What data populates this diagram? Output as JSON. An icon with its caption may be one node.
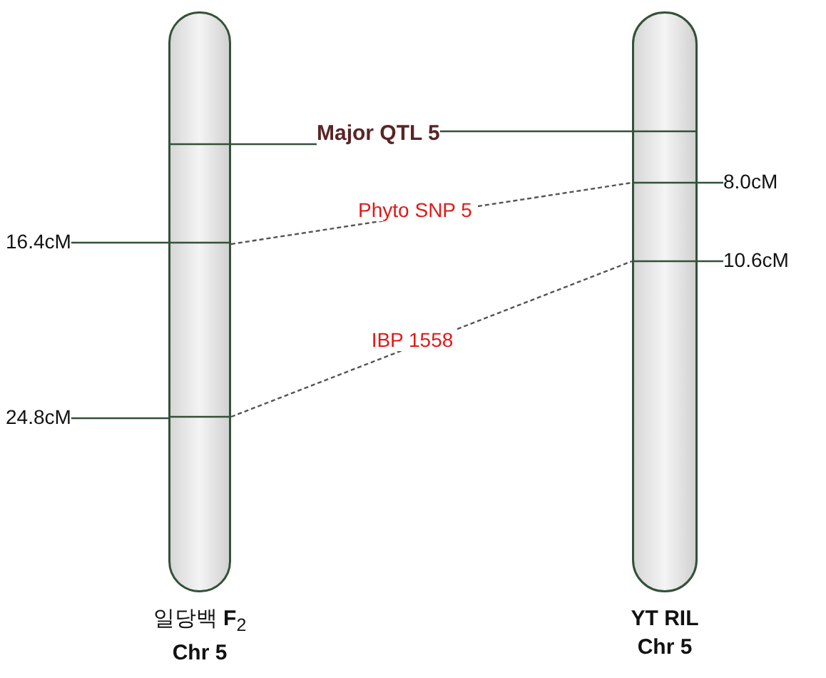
{
  "diagram": {
    "nodes": [
      {
        "text": [
          "일당백 **F**$_{2}$ **Chr 5**"
        ]
      },
      {
        "text": [
          "YT RIL Chr 5"
        ]
      },
      {
        "text": [
          "Major QTL 5"
        ]
      },
      {
        "text": [
          "16.4cM"
        ]
      },
      {
        "text": [
          "24.8cM"
        ]
      },
      {
        "text": [
          "8.0cM"
        ]
      },
      {
        "text": [
          "10.6cM"
        ]
      }
    ],
    "edges": [
      {
        "from": 2,
        "to": 0,
        "arrow": "none"
      },
      {
        "from": 2,
        "to": 1,
        "arrow": "none"
      },
      {
        "from": 0,
        "to": 1,
        "arrow": "none",
        "style": "dashed",
        "label": "Phyto SNP 5"
      },
      {
        "from": 0,
        "to": 1,
        "arrow": "none",
        "style": "dashed",
        "label": "IBP 1558"
      },
      {
        "from": 3,
        "to": 0,
        "arrow": "none"
      },
      {
        "from": 4,
        "to": 0,
        "arrow": "none"
      },
      {
        "from": 5,
        "to": 1,
        "arrow": "none"
      },
      {
        "from": 6,
        "to": 1,
        "arrow": "none"
      }
    ]
  }
}
